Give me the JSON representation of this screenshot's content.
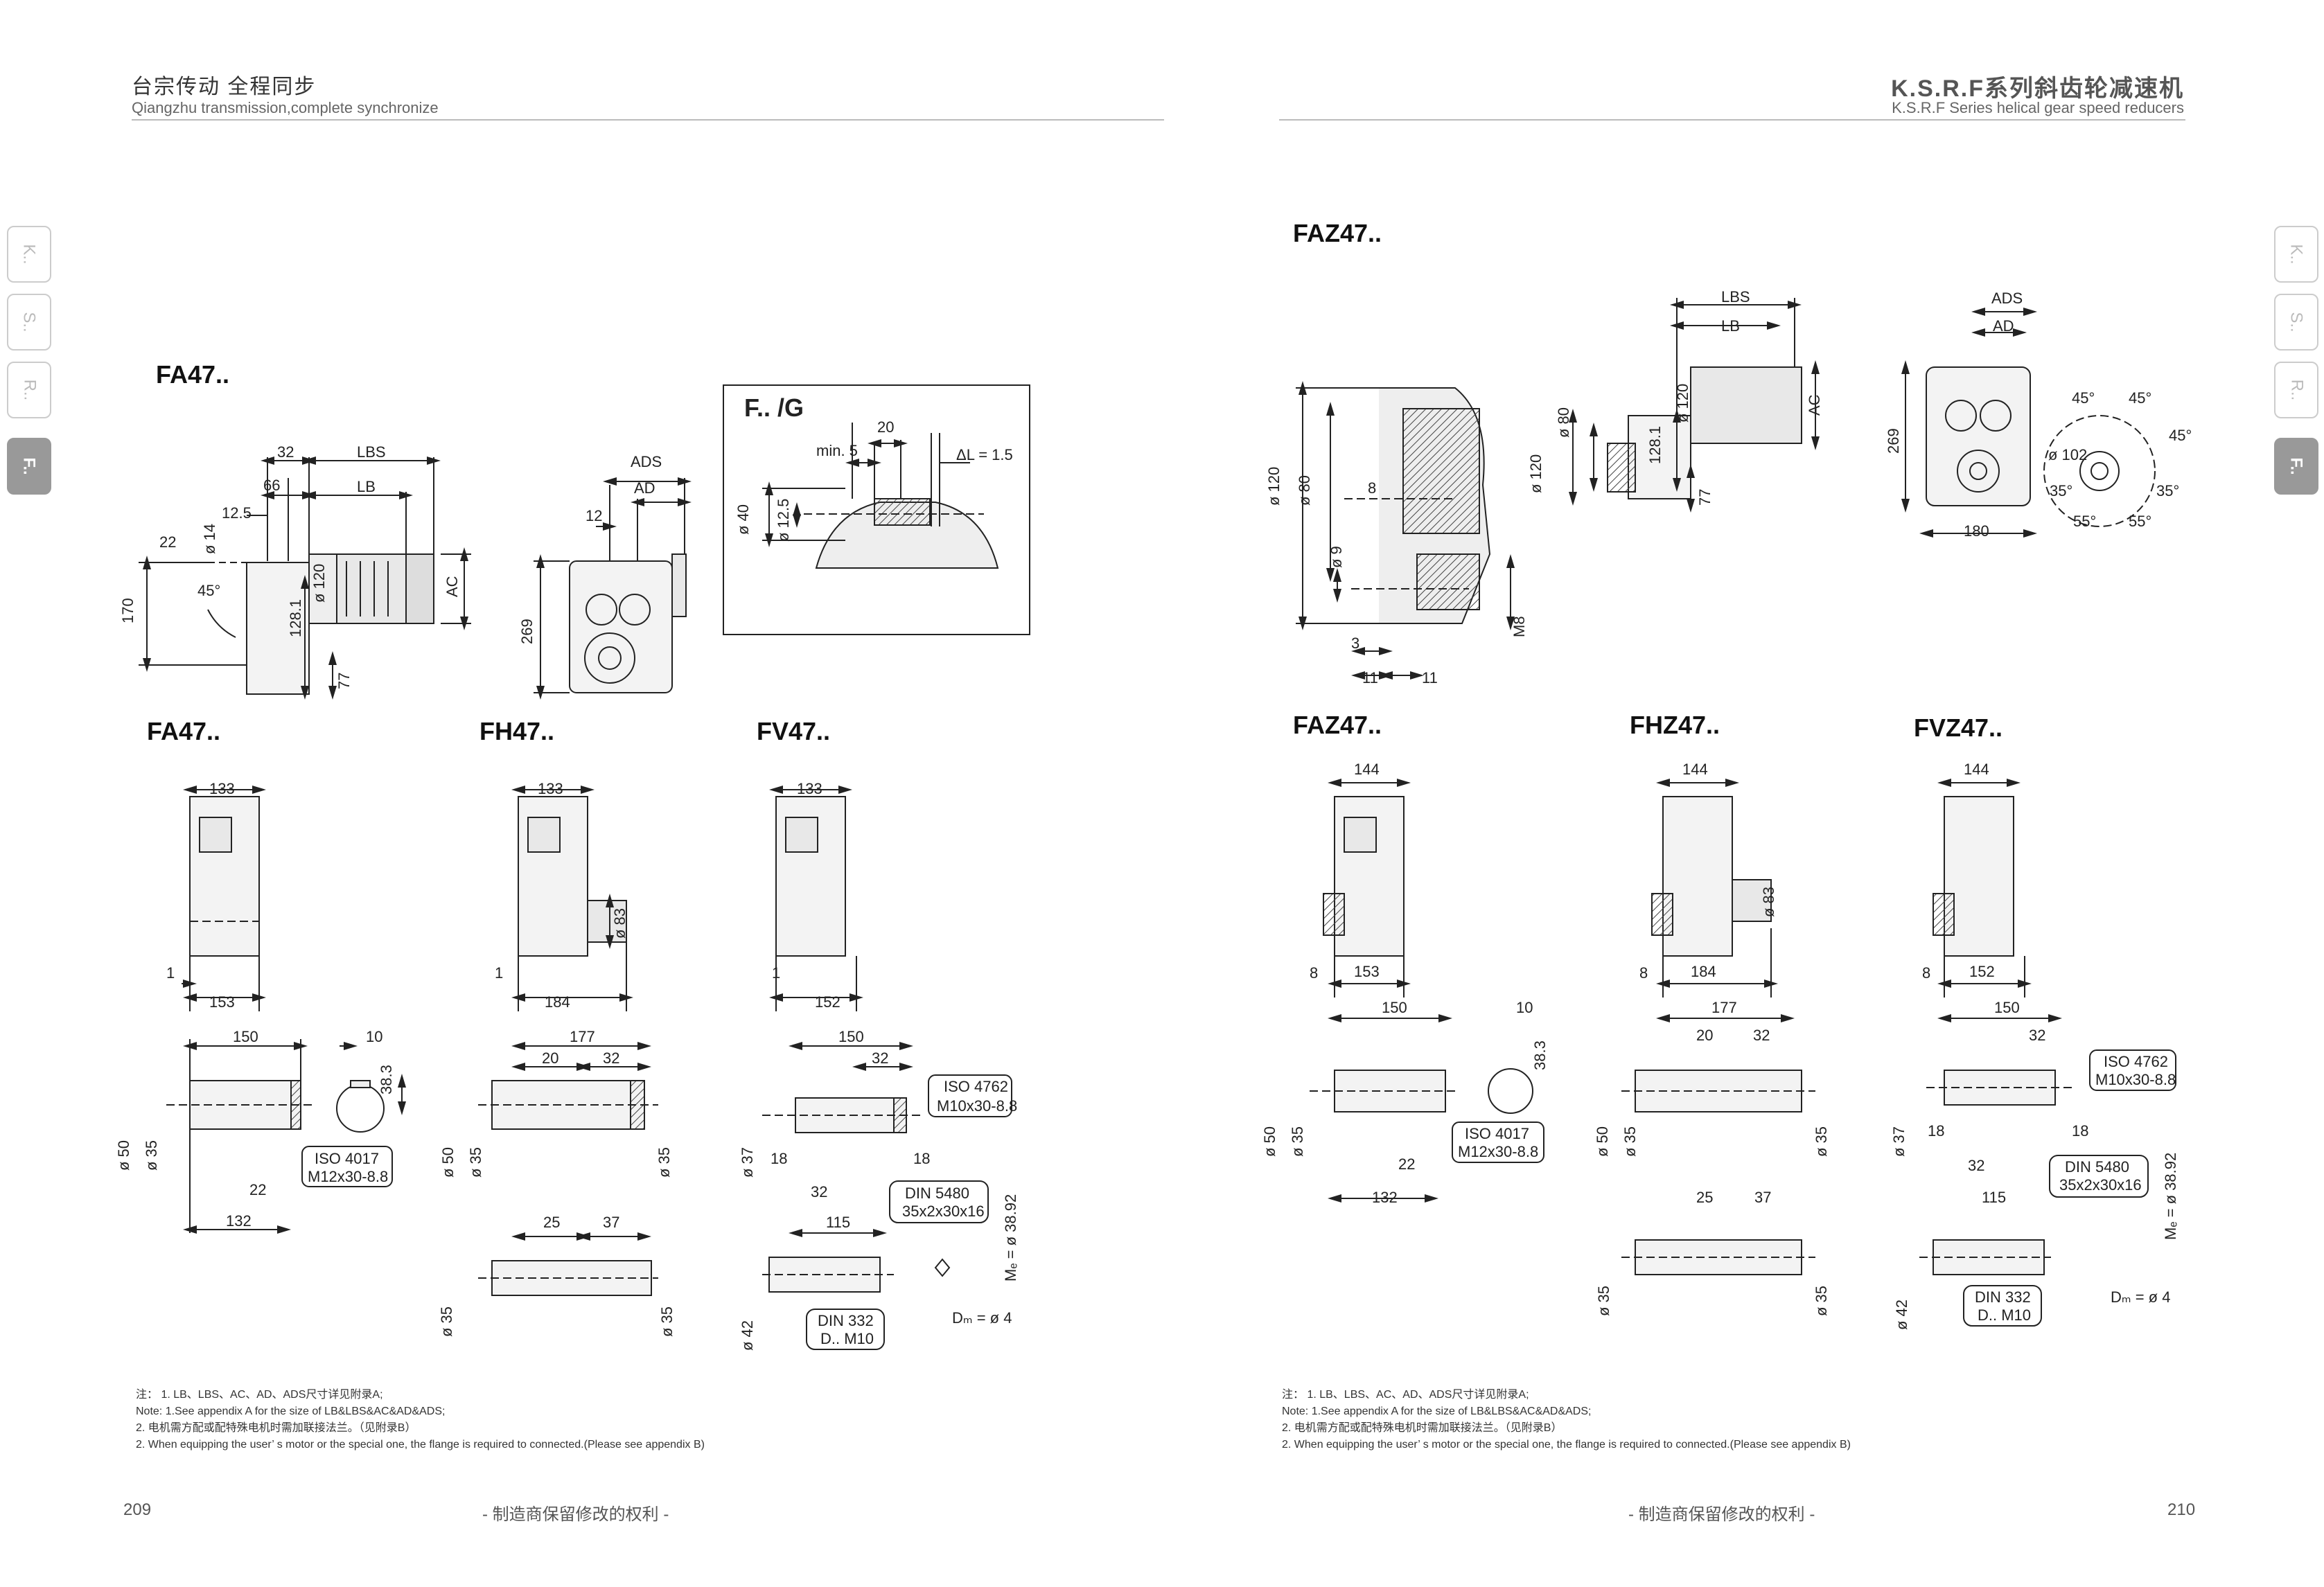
{
  "header": {
    "left_cn": "台宗传动   全程同步",
    "left_en": "Qiangzhu transmission,complete synchronize",
    "right_cn": "K.S.R.F系列斜齿轮减速机",
    "right_en": "K.S.R.F Series helical gear speed reducers"
  },
  "side_tabs": [
    {
      "label": "K.."
    },
    {
      "label": "S.."
    },
    {
      "label": "R.."
    },
    {
      "label": "F.."
    }
  ],
  "left_page": {
    "sections": {
      "fa47_top": "FA47..",
      "fg_box": "F.. /G",
      "fa47": "FA47..",
      "fh47": "FH47..",
      "fv47": "FV47.."
    },
    "dims": {
      "d32": "32",
      "d66": "66",
      "d12_5": "12.5",
      "dlbs": "LBS",
      "dlb": "LB",
      "d22": "22",
      "d170": "170",
      "d14": "ø 14",
      "d120": "ø 120",
      "d128": "128.1",
      "d77": "77",
      "dac": "AC",
      "d45": "45°",
      "dads": "ADS",
      "dad": "AD",
      "d12": "12",
      "d269": "269",
      "g20": "20",
      "gmin5": "min. 5",
      "gdl": "ΔL = 1.5",
      "g40": "ø 40",
      "g125": "ø 12.5",
      "a133": "133",
      "a1": "1",
      "a153": "153",
      "a150": "150",
      "a10": "10",
      "a383": "38.3",
      "a50": "ø 50",
      "a35": "ø 35",
      "aiso": "ISO 4017",
      "am12": "M12x30-8.8",
      "a22": "22",
      "a132": "132",
      "h133": "133",
      "h1": "1",
      "h184": "184",
      "h83": "ø 83",
      "h177": "177",
      "h20": "20",
      "h32": "32",
      "h50": "ø 50",
      "h35": "ø 35",
      "h35b": "ø 35",
      "h25": "25",
      "h37": "37",
      "h35h6": "ø 35",
      "h35h6b": "ø 35",
      "v133": "133",
      "v1": "1",
      "v152": "152",
      "v150": "150",
      "v32": "32",
      "viso": "ISO 4762",
      "vm10": "M10x30-8.8",
      "v37": "ø 37",
      "v18": "18",
      "v18b": "18",
      "v32b": "32",
      "vdin": "DIN 5480",
      "vdin2": "35x2x30x16",
      "v115": "115",
      "vme": "Mₑ = ø 38.92",
      "v42": "ø 42",
      "vdin332": "DIN 332",
      "vdm10": "D.. M10",
      "vdm": "Dₘ = ø 4"
    },
    "notes": [
      "注：  1. LB、LBS、AC、AD、ADS尺寸详见附录A;",
      "Note: 1.See appendix A for the size of LB&LBS&AC&AD&ADS;",
      "         2. 电机需方配或配特殊电机时需加联接法兰。（见附录B）",
      "         2. When equipping the user’ s motor or the special one, the flange is required to connected.(Please see appendix B)"
    ],
    "page_number": "209",
    "footer": "- 制造商保留修改的权利 -"
  },
  "right_page": {
    "sections": {
      "faz47_top": "FAZ47..",
      "faz47": "FAZ47..",
      "fhz47": "FHZ47..",
      "fvz47": "FVZ47.."
    },
    "dims": {
      "r120": "ø 120",
      "r80": "ø 80",
      "r8": "8",
      "r9": "ø 9",
      "r3": "3",
      "r11": "11",
      "r11b": "11",
      "rm8": "M8",
      "rlbs": "LBS",
      "rlb": "LB",
      "rac": "AC",
      "r80b": "ø 80",
      "r120b": "ø 120",
      "r120c": "ø 120",
      "r128": "128.1",
      "r77": "77",
      "rads": "ADS",
      "rad": "AD",
      "r269": "269",
      "r180": "180",
      "r102": "ø 102",
      "r45a": "45°",
      "r45b": "45°",
      "r45c": "45°",
      "r35a": "35°",
      "r35b": "35°",
      "r55a": "55°",
      "r55b": "55°",
      "z144": "144",
      "z8": "8",
      "z153": "153",
      "z150": "150",
      "z10": "10",
      "z383": "38.3",
      "z50": "ø 50",
      "z35": "ø 35",
      "z22": "22",
      "ziso": "ISO 4017",
      "zm12": "M12x30-8.8",
      "z132": "132",
      "hz144": "144",
      "hz8": "8",
      "hz184": "184",
      "hz83": "ø 83",
      "hz177": "177",
      "hz20": "20",
      "hz32": "32",
      "hz50": "ø 50",
      "hz35": "ø 35",
      "hz35b": "ø 35",
      "hz25": "25",
      "hz37": "37",
      "hz35h6": "ø 35",
      "hz35h6b": "ø 35",
      "vz144": "144",
      "vz8": "8",
      "vz152": "152",
      "vz150": "150",
      "vz32": "32",
      "vziso": "ISO 4762",
      "vzm10": "M10x30-8.8",
      "vz37": "ø 37",
      "vz18": "18",
      "vz18b": "18",
      "vz32b": "32",
      "vzdin": "DIN 5480",
      "vzdin2": "35x2x30x16",
      "vz115": "115",
      "vzme": "Mₑ = ø 38.92",
      "vz42": "ø 42",
      "vzdin332": "DIN 332",
      "vzdm10": "D.. M10",
      "vzdm": "Dₘ = ø 4"
    },
    "notes": [
      "注：  1. LB、LBS、AC、AD、ADS尺寸详见附录A;",
      "Note: 1.See appendix A for the size of LB&LBS&AC&AD&ADS;",
      "         2. 电机需方配或配特殊电机时需加联接法兰。（见附录B）",
      "         2. When equipping the user’ s motor or the special one, the flange is required to connected.(Please see appendix B)"
    ],
    "page_number": "210",
    "footer": "- 制造商保留修改的权利 -"
  }
}
